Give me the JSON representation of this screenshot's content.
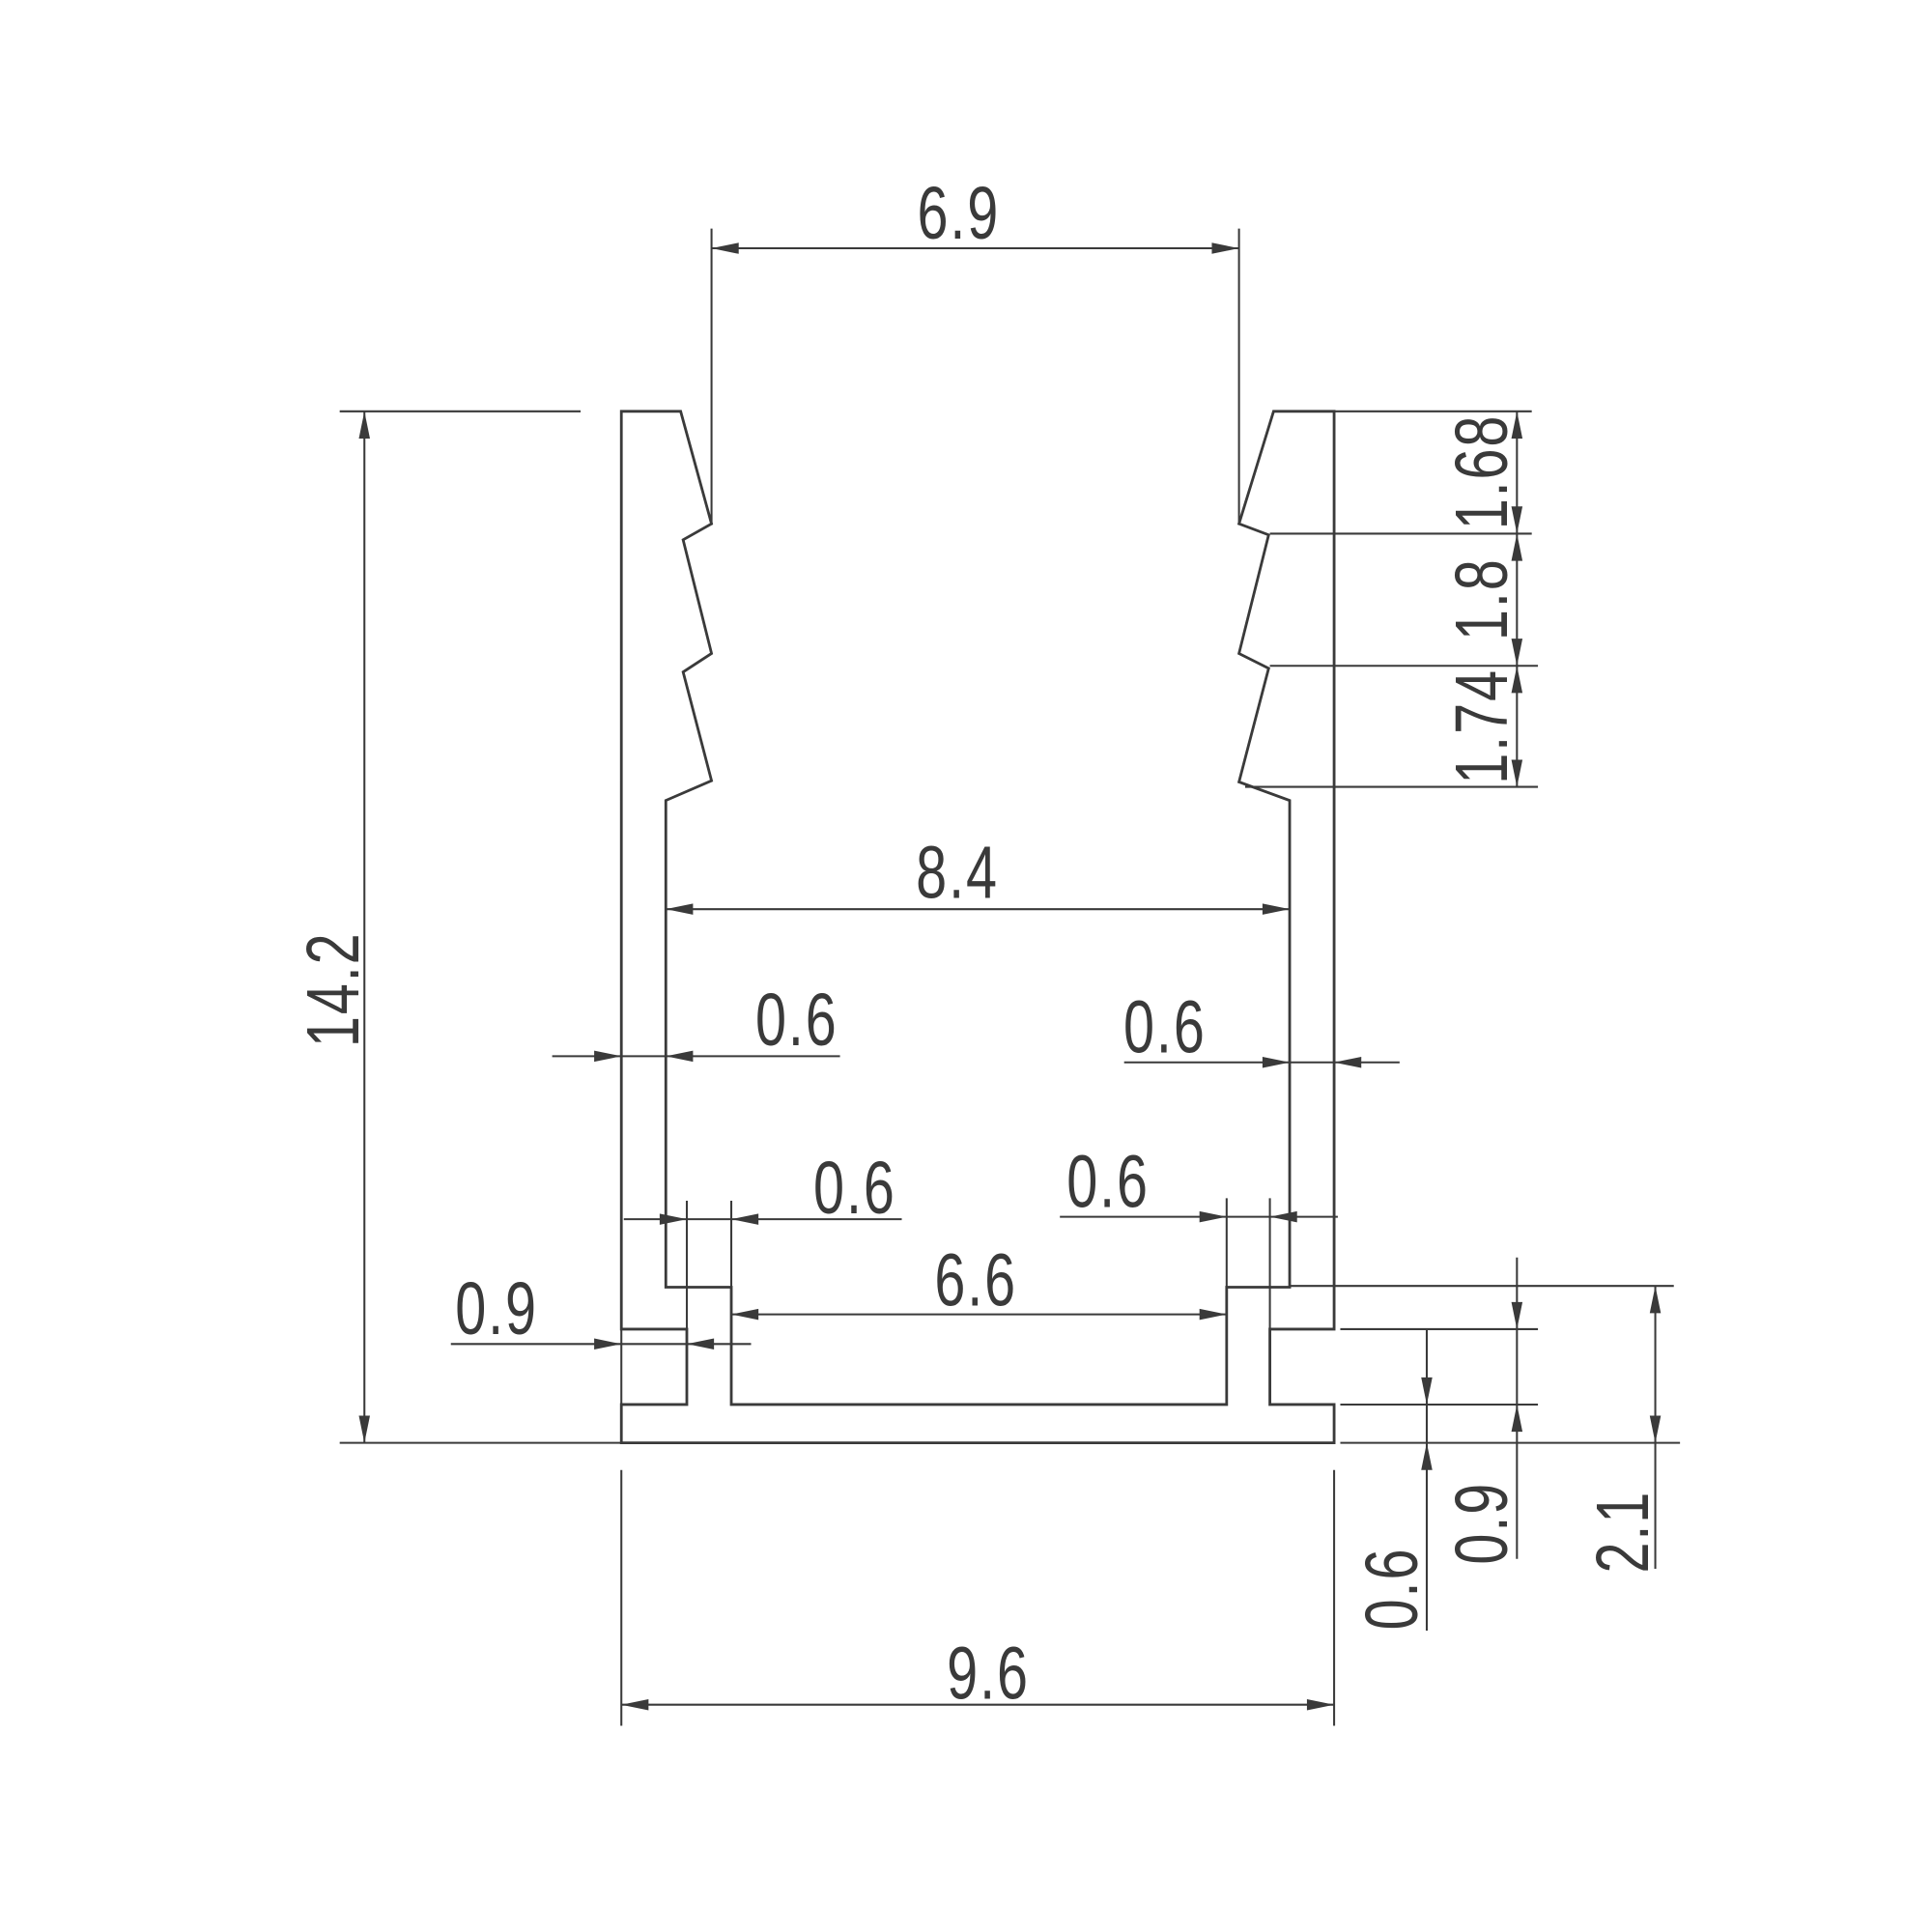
{
  "drawing": {
    "colors": {
      "ink": "#3a3a3a",
      "paper": "#ffffff"
    },
    "dimensions": {
      "top_opening": "6.9",
      "step_1": "1.68",
      "step_2": "1.8",
      "step_3": "1.74",
      "inner_width": "8.4",
      "overall_height": "14.2",
      "left_wall": "0.6",
      "right_wall": "0.6",
      "left_rib": "0.6",
      "right_rib": "0.6",
      "channel_width": "6.6",
      "left_groove_depth": "0.9",
      "overall_width": "9.6",
      "base": "0.6",
      "groove_height": "0.9",
      "channel_depth": "2.1"
    }
  }
}
